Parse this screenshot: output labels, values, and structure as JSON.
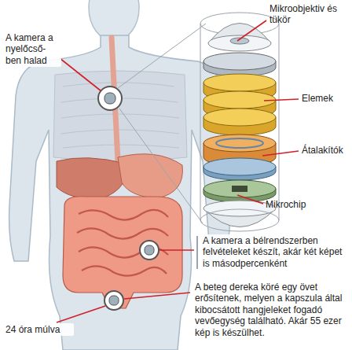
{
  "diagram": {
    "labels": [
      "Mikroobjektiv és tükör",
      "Elemek",
      "Átalakítók",
      "Mikrochip",
      "A kamera a nyelőcső- ben halad",
      "A kamera a bélrendszerben felvételeket készít, akár két képet is másodpercenként",
      "A beteg dereka köré egy övet erősítenek, melyen a kapszula által kibocsátott hangjeleket fogadó vevőegység található. Akár 55 ezer kép is készülhet.",
      "24 óra múlva"
    ]
  }
}
